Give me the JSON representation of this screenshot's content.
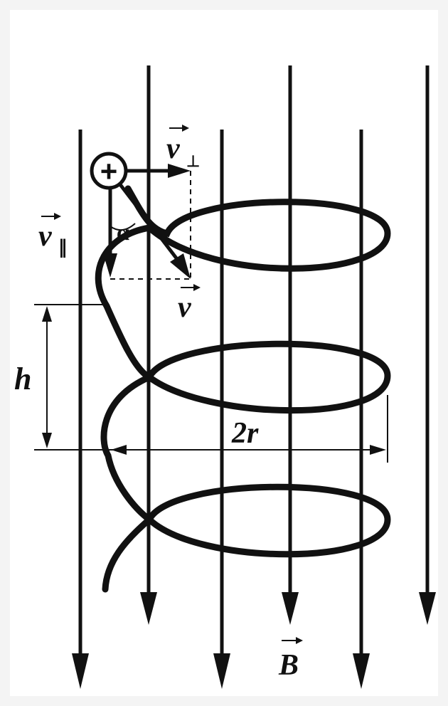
{
  "labels": {
    "charge_sign": "+",
    "v_perp": "v",
    "v_perp_sub": "⊥",
    "v_par": "v",
    "v_par_sub": "∥",
    "v": "v",
    "alpha": "α",
    "h": "h",
    "two_r": "2r",
    "B": "B"
  },
  "colors": {
    "ink": "#111111",
    "background": "#ffffff",
    "frame": "#f4f4f4"
  }
}
